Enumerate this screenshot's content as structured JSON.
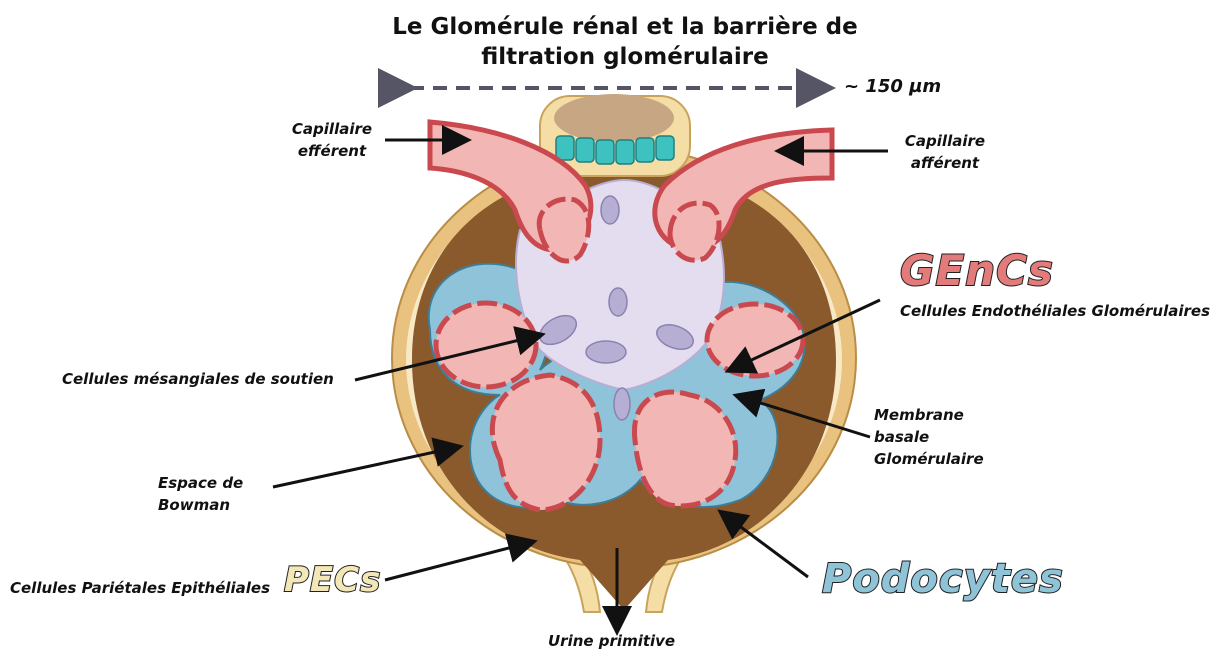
{
  "title": {
    "line1": "Le Glomérule rénal et la barrière de",
    "line2": "filtration glomérulaire"
  },
  "scale_label": "~ 150 µm",
  "labels": {
    "capillaire_efferent": [
      "Capillaire",
      "efférent"
    ],
    "capillaire_afferent": [
      "Capillaire",
      "afférent"
    ],
    "gencs_acronym": "GEnCs",
    "gencs_full": "Cellules Endothéliales Glomérulaires",
    "mesangial": "Cellules mésangiales de soutien",
    "membrane": [
      "Membrane",
      "basale",
      "Glomérulaire"
    ],
    "espace": [
      "Espace de",
      "Bowman"
    ],
    "pecs_text": "Cellules Pariétales Epithéliales",
    "pecs_acronym": "PECs",
    "podocytes": "Podocytes",
    "urine": "Urine primitive"
  },
  "colors": {
    "bowman_capsule": "#e9c27f",
    "bowman_space": "#8a5a2c",
    "capillary_wall": "#c9494f",
    "capillary_lumen": "#f2b7b4",
    "mesangium": "#e4ddf0",
    "mesangial_cell": "#b7aed4",
    "podocyte": "#8ec3d9",
    "macula_densa": "#3ec2c0",
    "gencs_text": "#e47b7b",
    "podocytes_text": "#8fc3d8",
    "pecs_text": "#f4e7b7"
  }
}
